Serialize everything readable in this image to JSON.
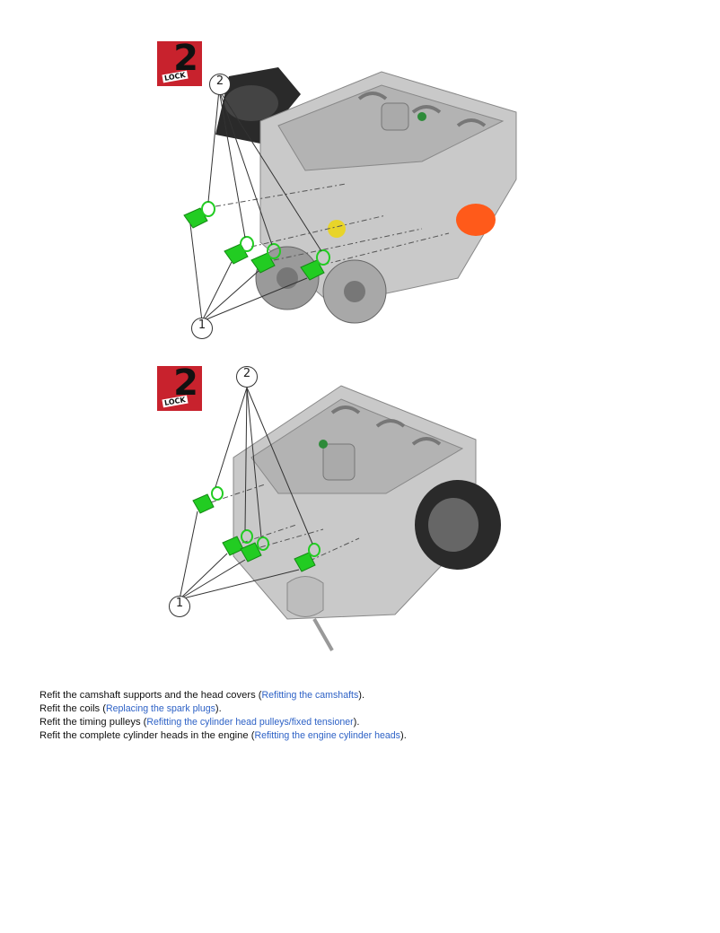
{
  "figures": [
    {
      "lock_label": "LOCK",
      "lock_number": "2",
      "callouts": [
        "2",
        "1"
      ]
    },
    {
      "lock_label": "LOCK",
      "lock_number": "2",
      "callouts": [
        "2",
        "1"
      ]
    }
  ],
  "steps": [
    {
      "before": "Refit the camshaft supports and the head covers (",
      "link": "Refitting the camshafts",
      "after": ")."
    },
    {
      "before": "Refit the coils (",
      "link": "Replacing the spark plugs",
      "after": ")."
    },
    {
      "before": "Refit the timing pulleys (",
      "link": "Refitting the cylinder head pulleys/fixed tensioner",
      "after": ")."
    },
    {
      "before": "Refit the complete cylinder heads in the engine (",
      "link": "Refitting the engine cylinder heads",
      "after": ")."
    }
  ],
  "colors": {
    "plug_green": "#22cc22",
    "lock_red": "#c8222d",
    "link_blue": "#2e62c6",
    "port_orange": "#ff5a1a"
  }
}
